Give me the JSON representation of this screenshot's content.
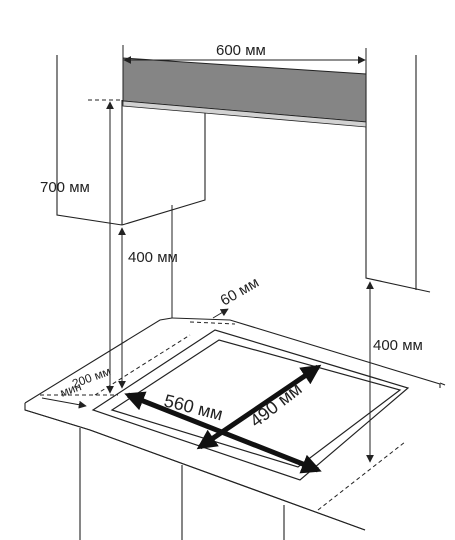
{
  "labels": {
    "hood_width": "600 мм",
    "hood_height": "700 мм",
    "cabinet_clearance": "400 мм",
    "wall_clearance": "400 мм",
    "back_gap": "60 мм",
    "side_min": "200 мм",
    "side_min_suffix": "мин",
    "cutout_length": "560 мм",
    "cutout_depth": "490 мм"
  },
  "colors": {
    "line": "#222222",
    "hood_fill": "#858585",
    "arrow": "#111111"
  }
}
